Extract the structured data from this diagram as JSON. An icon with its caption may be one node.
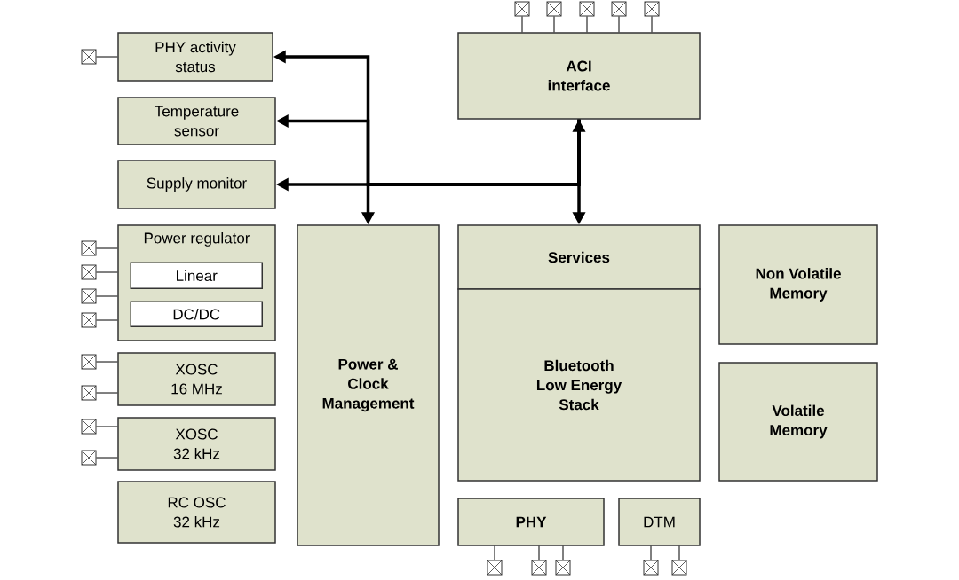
{
  "diagram": {
    "nodes": [
      {
        "text": [
          "PHY activity status"
        ]
      },
      {
        "text": [
          "Temperature sensor"
        ]
      },
      {
        "text": [
          "Supply monitor"
        ]
      },
      {
        "text": [
          "Power regulator"
        ]
      },
      {
        "text": [
          "Linear"
        ],
        "in": 3
      },
      {
        "text": [
          "DC/DC"
        ],
        "in": 3
      },
      {
        "text": [
          "XOSC 16 MHz"
        ]
      },
      {
        "text": [
          "XOSC 32 kHz"
        ]
      },
      {
        "text": [
          "RC OSC 32 kHz"
        ]
      },
      {
        "text": [
          "Power & Clock Management"
        ]
      },
      {
        "text": [
          "ACI interface"
        ]
      },
      {
        "text": [
          "Services"
        ]
      },
      {
        "text": [
          "Bluetooth Low Energy Stack"
        ]
      },
      {
        "text": [
          "Non Volatile Memory"
        ]
      },
      {
        "text": [
          "Volatile Memory"
        ]
      },
      {
        "text": [
          "PHY"
        ]
      },
      {
        "text": [
          "DTM"
        ]
      },
      {
        "text": [],
        "shape": "box"
      },
      {
        "text": [],
        "shape": "box"
      },
      {
        "text": [],
        "shape": "box"
      },
      {
        "text": [],
        "shape": "box"
      },
      {
        "text": [],
        "shape": "box"
      },
      {
        "text": [],
        "shape": "box"
      },
      {
        "text": [],
        "shape": "box"
      },
      {
        "text": [],
        "shape": "box"
      },
      {
        "text": [],
        "shape": "box"
      },
      {
        "text": [],
        "shape": "box"
      },
      {
        "text": [],
        "shape": "box"
      },
      {
        "text": [],
        "shape": "box"
      },
      {
        "text": [],
        "shape": "box"
      },
      {
        "text": [],
        "shape": "box"
      },
      {
        "text": [],
        "shape": "box"
      },
      {
        "text": [],
        "shape": "box"
      },
      {
        "text": [],
        "shape": "box"
      },
      {
        "text": [],
        "shape": "box"
      },
      {
        "text": [],
        "shape": "box"
      }
    ],
    "edges": [
      {
        "from": 10,
        "to": 11,
        "arrow": "both",
        "style": "thick"
      },
      {
        "from": 10,
        "to": 2,
        "arrow": "to",
        "style": "thick"
      },
      {
        "from": 10,
        "to": 0,
        "arrow": "to",
        "style": "thick"
      },
      {
        "from": 10,
        "to": 1,
        "arrow": "to",
        "style": "thick"
      },
      {
        "from": 10,
        "to": 9,
        "arrow": "to",
        "style": "thick"
      },
      {
        "from": 17,
        "to": 10,
        "arrow": "none"
      },
      {
        "from": 18,
        "to": 10,
        "arrow": "none"
      },
      {
        "from": 19,
        "to": 10,
        "arrow": "none"
      },
      {
        "from": 20,
        "to": 10,
        "arrow": "none"
      },
      {
        "from": 21,
        "to": 10,
        "arrow": "none"
      },
      {
        "from": 22,
        "to": 0,
        "arrow": "none"
      },
      {
        "from": 23,
        "to": 3,
        "arrow": "none"
      },
      {
        "from": 24,
        "to": 3,
        "arrow": "none"
      },
      {
        "from": 25,
        "to": 3,
        "arrow": "none"
      },
      {
        "from": 26,
        "to": 3,
        "arrow": "none"
      },
      {
        "from": 27,
        "to": 6,
        "arrow": "none"
      },
      {
        "from": 28,
        "to": 6,
        "arrow": "none"
      },
      {
        "from": 29,
        "to": 7,
        "arrow": "none"
      },
      {
        "from": 30,
        "to": 7,
        "arrow": "none"
      },
      {
        "from": 31,
        "to": 15,
        "arrow": "none"
      },
      {
        "from": 32,
        "to": 15,
        "arrow": "none"
      },
      {
        "from": 33,
        "to": 15,
        "arrow": "none"
      },
      {
        "from": 34,
        "to": 16,
        "arrow": "none"
      },
      {
        "from": 35,
        "to": 16,
        "arrow": "none"
      }
    ]
  }
}
